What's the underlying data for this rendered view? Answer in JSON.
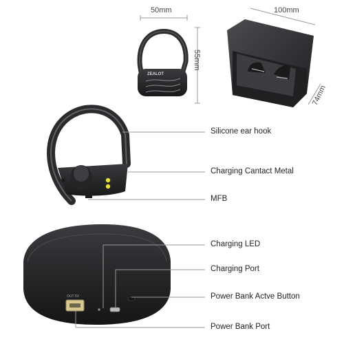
{
  "dimensions": {
    "earbud_width": "50mm",
    "earbud_height": "55mm",
    "case_width": "100mm",
    "case_depth": "74mm"
  },
  "callouts": [
    {
      "id": "ear-hook",
      "label": "Silicone ear hook"
    },
    {
      "id": "contact",
      "label": "Charging Cantact Metal"
    },
    {
      "id": "mfb",
      "label": "MFB"
    },
    {
      "id": "led",
      "label": "Charging LED"
    },
    {
      "id": "port",
      "label": "Charging Port"
    },
    {
      "id": "pb-button",
      "label": "Power Bank Actve Button"
    },
    {
      "id": "pb-port",
      "label": "Power Bank Port"
    }
  ],
  "product_markings": {
    "earbud_logo": "ZEALOT",
    "case_port_label": "OUT 5V"
  },
  "colors": {
    "product_body": "#2a2b2d",
    "leader_line": "#9a9a9a",
    "contact_pins": "#e6e23a",
    "usb_port": "#d8c98a"
  }
}
